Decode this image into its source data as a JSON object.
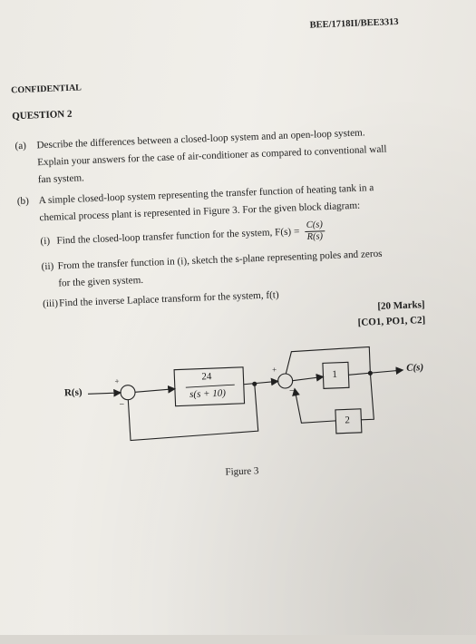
{
  "header": {
    "code": "BEE/1718II/BEE3313",
    "confidential": "CONFIDENTIAL"
  },
  "question": {
    "title": "QUESTION 2",
    "part_a": {
      "label": "(a)",
      "line1": "Describe the differences between a closed-loop system and an open-loop system.",
      "line2": "Explain your answers for the case of air-conditioner as compared to conventional wall",
      "line3": "fan system."
    },
    "part_b": {
      "label": "(b)",
      "line1": "A simple closed-loop system representing the transfer function of heating tank in a",
      "line2": "chemical process plant is represented in Figure 3. For the given block diagram:",
      "item1_label": "(i)",
      "item1_text": "Find the closed-loop transfer function for the system, F(s) =",
      "item1_num": "C(s)",
      "item1_den": "R(s)",
      "item2_label": "(ii)",
      "item2_line1": "From the transfer function in (i), sketch the s-plane representing poles and zeros",
      "item2_line2": "for the given system.",
      "item3_label": "(iii)",
      "item3_text": "Find the inverse Laplace transform for the system, f(t)"
    },
    "marks": "[20 Marks]",
    "co_codes": "[CO1, PO1, C2]"
  },
  "diagram": {
    "input_label": "R(s)",
    "output_label": "C(s)",
    "block1_num": "24",
    "block1_den": "s(s + 10)",
    "block2": "1",
    "block3": "2",
    "plus": "+",
    "minus": "−",
    "caption": "Figure 3"
  }
}
